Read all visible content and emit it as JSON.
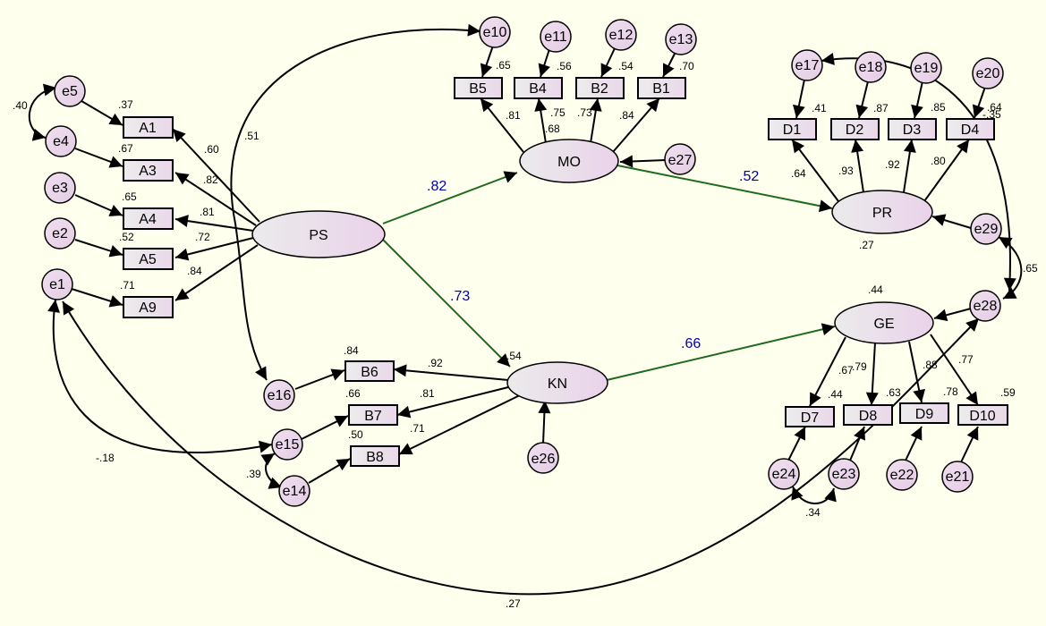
{
  "latents": [
    {
      "id": "PS",
      "label": "PS"
    },
    {
      "id": "MO",
      "label": "MO"
    },
    {
      "id": "PR",
      "label": "PR"
    },
    {
      "id": "KN",
      "label": "KN"
    },
    {
      "id": "GE",
      "label": "GE"
    }
  ],
  "indicators": [
    {
      "id": "A1",
      "label": "A1",
      "r2": ".37",
      "loading": ".60"
    },
    {
      "id": "A3",
      "label": "A3",
      "r2": ".67",
      "loading": ".82"
    },
    {
      "id": "A4",
      "label": "A4",
      "r2": ".65",
      "loading": ".81"
    },
    {
      "id": "A5",
      "label": "A5",
      "r2": ".52",
      "loading": ".72"
    },
    {
      "id": "A9",
      "label": "A9",
      "r2": ".71",
      "loading": ".84"
    },
    {
      "id": "B5",
      "label": "B5",
      "r2": ".65",
      "loading": ".81"
    },
    {
      "id": "B4",
      "label": "B4",
      "r2": ".56",
      "loading": ".75"
    },
    {
      "id": "B2",
      "label": "B2",
      "r2": ".54",
      "loading": ".73"
    },
    {
      "id": "B1",
      "label": "B1",
      "r2": ".70",
      "loading": ".84"
    },
    {
      "id": "D1",
      "label": "D1",
      "r2": ".41",
      "loading": ".64"
    },
    {
      "id": "D2",
      "label": "D2",
      "r2": ".87",
      "loading": ".93"
    },
    {
      "id": "D3",
      "label": "D3",
      "r2": ".85",
      "loading": ".92"
    },
    {
      "id": "D4",
      "label": "D4",
      "r2": ".64",
      "loading": ".80"
    },
    {
      "id": "B6",
      "label": "B6",
      "r2": ".84",
      "loading": ".92"
    },
    {
      "id": "B7",
      "label": "B7",
      "r2": ".66",
      "loading": ".81"
    },
    {
      "id": "B8",
      "label": "B8",
      "r2": ".50",
      "loading": ".71"
    },
    {
      "id": "D7",
      "label": "D7",
      "r2": ".44",
      "loading": ".67"
    },
    {
      "id": "D8",
      "label": "D8",
      "r2": ".63",
      "loading": ".79"
    },
    {
      "id": "D9",
      "label": "D9",
      "r2": ".78",
      "loading": ".88"
    },
    {
      "id": "D10",
      "label": "D10",
      "r2": ".59",
      "loading": ".77"
    }
  ],
  "errors": [
    "e1",
    "e2",
    "e3",
    "e4",
    "e5",
    "e10",
    "e11",
    "e12",
    "e13",
    "e14",
    "e15",
    "e16",
    "e17",
    "e18",
    "e19",
    "e20",
    "e21",
    "e22",
    "e23",
    "e24",
    "e26",
    "e27",
    "e28",
    "e29"
  ],
  "structural_paths": [
    {
      "from": "PS",
      "to": "MO",
      "coef": ".82"
    },
    {
      "from": "PS",
      "to": "KN",
      "coef": ".73"
    },
    {
      "from": "MO",
      "to": "PR",
      "coef": ".52"
    },
    {
      "from": "KN",
      "to": "GE",
      "coef": ".66"
    }
  ],
  "endogenous_r2": {
    "MO": ".68",
    "PR": ".27",
    "KN": ".54",
    "GE": ".44"
  },
  "covariances": [
    {
      "between": "e5-e4",
      "value": ".40"
    },
    {
      "between": "e10-e16",
      "value": ".51"
    },
    {
      "between": "e1-e15",
      "value": "-.18"
    },
    {
      "between": "e15-e14",
      "value": ".39"
    },
    {
      "between": "e17-e28",
      "value": "-.35"
    },
    {
      "between": "e29-e28",
      "value": ".65"
    },
    {
      "between": "e24-e23",
      "value": ".34"
    },
    {
      "between": "e1-e28",
      "value": ".27"
    }
  ]
}
